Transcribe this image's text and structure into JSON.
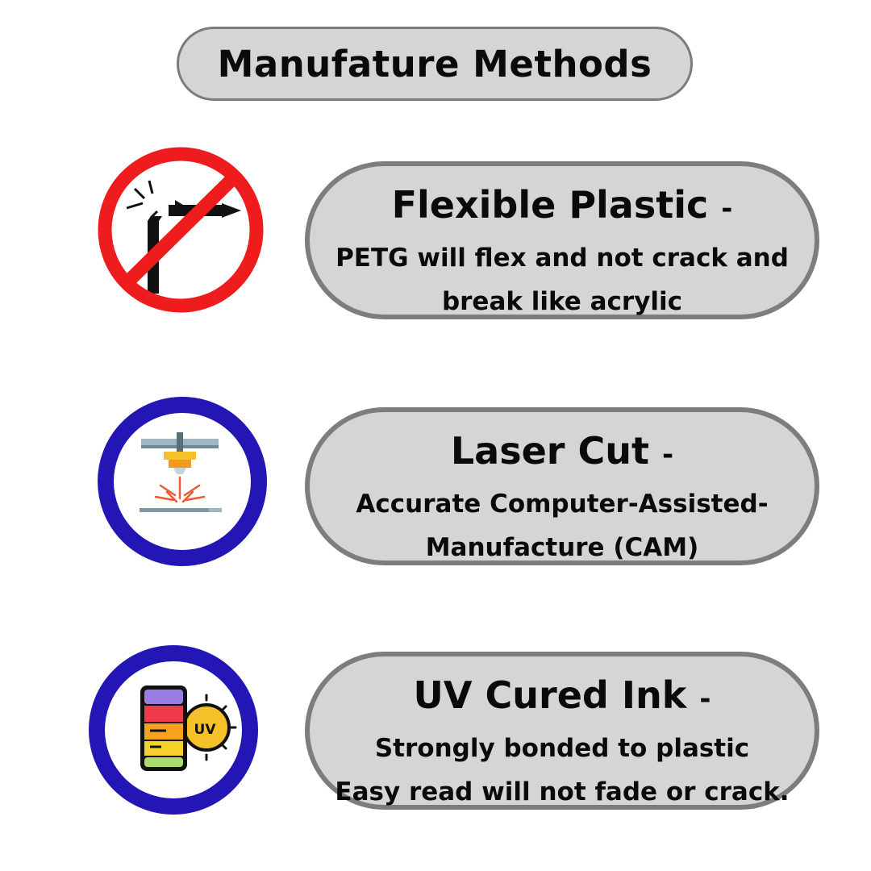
{
  "title": "Manufature Methods",
  "colors": {
    "pill_fill": "#d4d6d6",
    "pill_border": "#7d7d7d",
    "prohibit_red": "#ee1c1c",
    "ring_blue": "#2416b5"
  },
  "methods": [
    {
      "icon": "no-breaking-icon",
      "heading": "Flexible Plastic",
      "dash": "-",
      "lines": [
        "PETG will flex and not crack and",
        "break like acrylic"
      ]
    },
    {
      "icon": "laser-cutter-icon",
      "heading": "Laser Cut",
      "dash": "-",
      "lines": [
        "Accurate  Computer-Assisted-",
        "Manufacture (CAM)"
      ]
    },
    {
      "icon": "uv-ink-icon",
      "heading": "UV Cured Ink",
      "dash": "-",
      "lines": [
        "Strongly bonded to plastic",
        "Easy read will not fade or crack."
      ]
    }
  ],
  "uv_badge": "UV"
}
